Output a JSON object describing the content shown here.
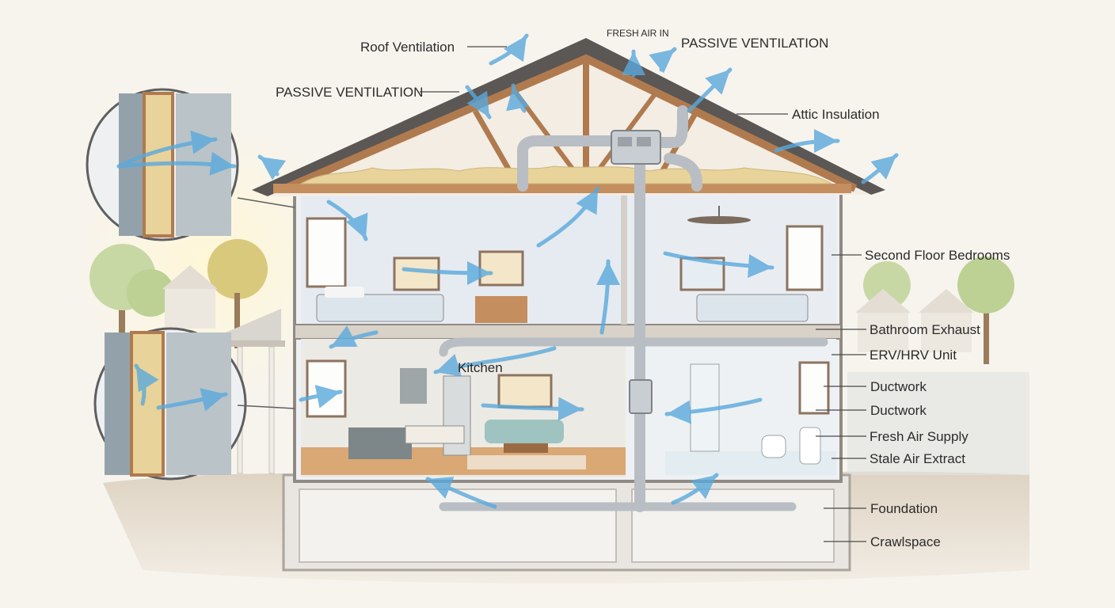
{
  "labels": {
    "roof_ventilation": "Roof Ventilation",
    "fresh_air_in": "FRESH AIR IN",
    "passive_ventilation_top": "PASSIVE VENTILATION",
    "passive_ventilation_left": "PASSIVE VENTILATION",
    "attic_insulation": "Attic Insulation",
    "second_floor_bedrooms": "Second Floor Bedrooms",
    "bathroom_exhaust": "Bathroom Exhaust",
    "erv_hrv_unit": "ERV/HRV Unit",
    "ductwork_1": "Ductwork",
    "ductwork_2": "Ductwork",
    "fresh_air_supply": "Fresh Air Supply",
    "stale_air_extract": "Stale Air Extract",
    "foundation": "Foundation",
    "crawlspace": "Crawlspace",
    "kitchen": "Kitchen"
  },
  "colors": {
    "airflow": "#5aa9dc",
    "wall": "#e7e3dc",
    "wood": "#b07a4f",
    "insulation": "#e8d39a",
    "duct": "#b9bec4",
    "ground": "#c9b9a3"
  }
}
